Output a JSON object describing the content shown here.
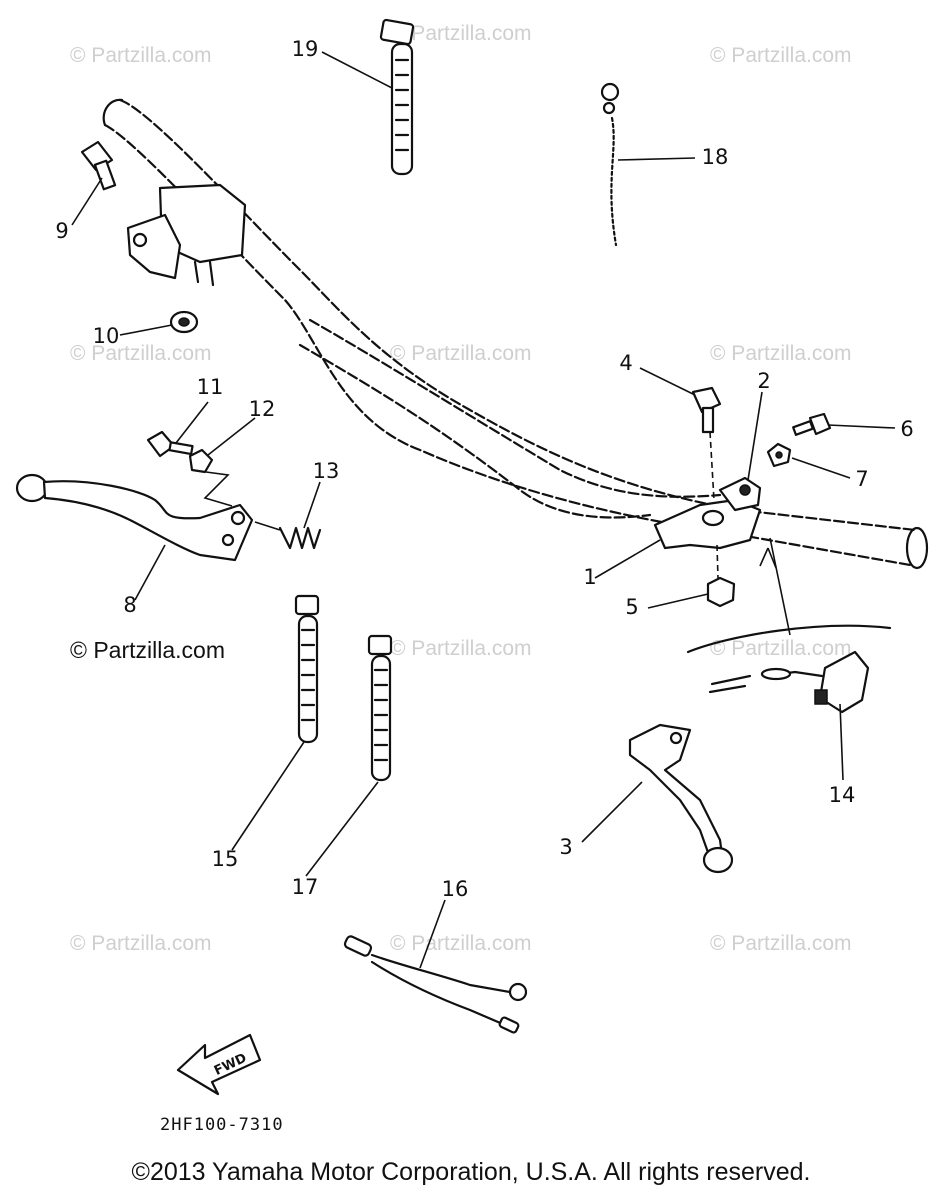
{
  "watermark": {
    "text": "© Partzilla.com",
    "main_text": "© Partzilla.com"
  },
  "callouts": [
    {
      "id": "c1",
      "label": "1"
    },
    {
      "id": "c2",
      "label": "2"
    },
    {
      "id": "c3",
      "label": "3"
    },
    {
      "id": "c4",
      "label": "4"
    },
    {
      "id": "c5",
      "label": "5"
    },
    {
      "id": "c6",
      "label": "6"
    },
    {
      "id": "c7",
      "label": "7"
    },
    {
      "id": "c8",
      "label": "8"
    },
    {
      "id": "c9",
      "label": "9"
    },
    {
      "id": "c10",
      "label": "10"
    },
    {
      "id": "c11",
      "label": "11"
    },
    {
      "id": "c12",
      "label": "12"
    },
    {
      "id": "c13",
      "label": "13"
    },
    {
      "id": "c14",
      "label": "14"
    },
    {
      "id": "c15",
      "label": "15"
    },
    {
      "id": "c16",
      "label": "16"
    },
    {
      "id": "c17",
      "label": "17"
    },
    {
      "id": "c18",
      "label": "18"
    },
    {
      "id": "c19",
      "label": "19"
    }
  ],
  "fwd_label": "FWD",
  "diagram_code": "2HF100-7310",
  "copyright": "©2013 Yamaha Motor Corporation, U.S.A. All rights reserved."
}
